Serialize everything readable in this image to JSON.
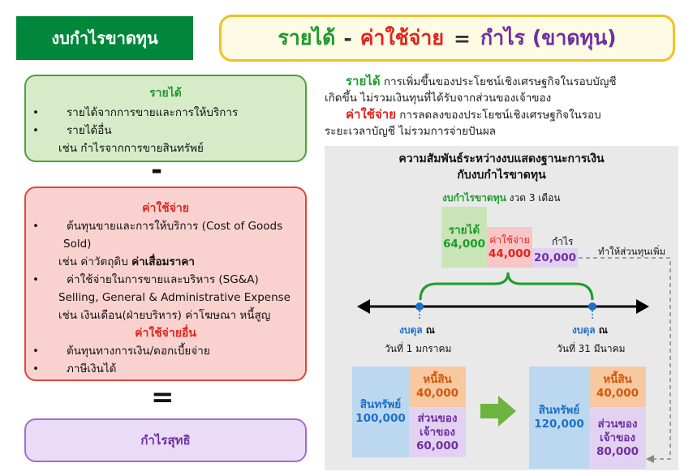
{
  "header": {
    "title": "งบกำไรขาดทุน",
    "formula": {
      "revenue": "รายได้",
      "minus": "-",
      "expense": "ค่าใช้จ่าย",
      "equals": "=",
      "profit": "กำไร (ขาดทุน)"
    }
  },
  "revenue_box": {
    "title": "รายได้",
    "items": [
      "รายได้จากการขายและการให้บริการ",
      "รายได้อื่น"
    ],
    "example": "เช่น กำไรจากการขายสินทรัพย์"
  },
  "operators": {
    "minus": "-",
    "equals": "="
  },
  "expense_box": {
    "title": "ค่าใช้จ่าย",
    "item1_a": "ต้นทุนขายและการให้บริการ (Cost of Goods",
    "item1_b": "Sold)",
    "example1_prefix": "เช่น ค่าวัตถุดิบ ",
    "example1_bold": "ค่าเสื่อมราคา",
    "item2": "ค่าใช้จ่ายในการขายและบริหาร (SG&A)",
    "item2_en": "Selling, General & Administrative Expense",
    "example2": "เช่น เงินเดือน(ฝ่ายบริหาร) ค่าโฆษณา หนี้สูญ",
    "other_title": "ค่าใช้จ่ายอื่น",
    "other_items": [
      "ต้นทุนทางการเงิน/ดอกเบี้ยจ่าย",
      "ภาษีเงินได้"
    ]
  },
  "net_box": {
    "title": "กำไรสุทธิ"
  },
  "definitions": {
    "revenue_key": "รายได้",
    "revenue_text_1": " การเพิ่มขึ้นของประโยชน์เชิงเศรษฐกิจในรอบบัญชี",
    "revenue_text_2": "เกิดขึ้น ไม่รวมเงินทุนที่ได้รับจากส่วนของเจ้าของ",
    "expense_key": "ค่าใช้จ่าย",
    "expense_text_1": " การลดลงของประโยชน์เชิงเศรษฐกิจในรอบ",
    "expense_text_2": "ระยะเวลาบัญชี ไม่รวมการจ่ายปันผล"
  },
  "diagram": {
    "title_1": "ความสัมพันธ์ระหว่างงบแสดงฐานะการเงิน",
    "title_2": "กับงบกำไรขาดทุน",
    "period_label_bold": "งบกำไรขาดทุน",
    "period_label_rest": " งวด 3 เดือน",
    "income": {
      "revenue_label": "รายได้",
      "revenue_value": "64,000",
      "expense_label": "ค่าใช้จ่าย",
      "expense_value": "44,000",
      "profit_label": "กำไร",
      "profit_value": "20,000"
    },
    "equity_note": "ทำให้ส่วนทุนเพิ่ม",
    "start": {
      "label_bold": "งบดุล",
      "label_rest": " ณ",
      "date": "วันที่ 1 มกราคม"
    },
    "end": {
      "label_bold": "งบดุล",
      "label_rest": " ณ",
      "date": "วันที่ 31 มีนาคม"
    },
    "bs_start": {
      "assets_label": "สินทรัพย์",
      "assets_value": "100,000",
      "liab_label": "หนี้สิน",
      "liab_value": "40,000",
      "equity_label_1": "ส่วนของ",
      "equity_label_2": "เจ้าของ",
      "equity_value": "60,000"
    },
    "bs_end": {
      "assets_label": "สินทรัพย์",
      "assets_value": "120,000",
      "liab_label": "หนี้สิน",
      "liab_value": "40,000",
      "equity_label_1": "ส่วนของ",
      "equity_label_2": "เจ้าของ",
      "equity_value": "80,000"
    }
  },
  "colors": {
    "header_green": "#00873c",
    "formula_border": "#f2c024",
    "revenue_fill": "#d6ecc8",
    "expense_fill": "#f9d2d0",
    "net_fill": "#eadcf6",
    "asset_blue": "#bcd8f0",
    "liab_orange": "#f8c9a0",
    "equity_purple": "#e2d2f2"
  }
}
